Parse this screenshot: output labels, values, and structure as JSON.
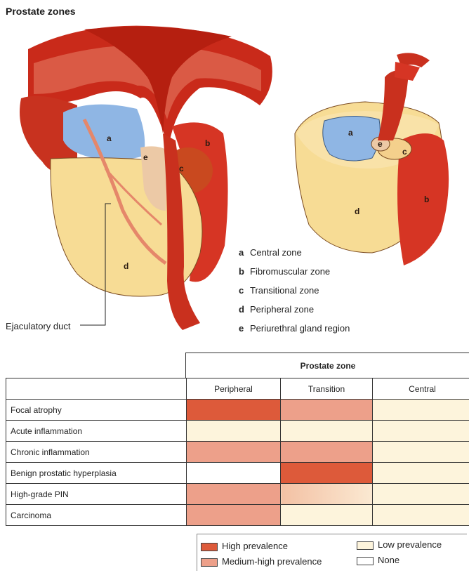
{
  "title": "Prostate zones",
  "zone_letters": {
    "a": "a",
    "b": "b",
    "c": "c",
    "d": "d",
    "e": "e"
  },
  "key": [
    {
      "letter": "a",
      "label": "Central zone"
    },
    {
      "letter": "b",
      "label": "Fibromuscular zone"
    },
    {
      "letter": "c",
      "label": "Transitional zone"
    },
    {
      "letter": "d",
      "label": "Peripheral zone"
    },
    {
      "letter": "e",
      "label": "Periurethral gland region"
    }
  ],
  "duct_label": "Ejaculatory duct",
  "colors": {
    "central_zone": "#8fb6e4",
    "fibromuscular_zone": "#d63524",
    "transitional_zone": "#f4d08c",
    "peripheral_zone": "#f7dc95",
    "bladder": "#c92a1a",
    "high": "#dd5a3a",
    "medium_high": "#eda08a",
    "low": "#fdf4dc",
    "none": "#ffffff"
  },
  "table": {
    "group_header": "Prostate zone",
    "columns": [
      "Peripheral",
      "Transition",
      "Central"
    ],
    "rows": [
      {
        "name": "Focal atrophy",
        "levels": [
          "high",
          "medhigh",
          "low"
        ]
      },
      {
        "name": "Acute inflammation",
        "levels": [
          "low",
          "low",
          "low"
        ]
      },
      {
        "name": "Chronic inflammation",
        "levels": [
          "medhigh",
          "medhigh",
          "low"
        ]
      },
      {
        "name": "Benign prostatic hyperplasia",
        "levels": [
          "none",
          "high",
          "low"
        ]
      },
      {
        "name": "High-grade PIN",
        "levels": [
          "medhigh",
          "fade",
          "low"
        ]
      },
      {
        "name": "Carcinoma",
        "levels": [
          "medhigh",
          "low",
          "low"
        ]
      }
    ]
  },
  "legend": [
    {
      "key": "high",
      "label": "High prevalence"
    },
    {
      "key": "medhigh",
      "label": "Medium-high prevalence"
    },
    {
      "key": "low",
      "label": "Low prevalence"
    },
    {
      "key": "none",
      "label": "None"
    }
  ]
}
